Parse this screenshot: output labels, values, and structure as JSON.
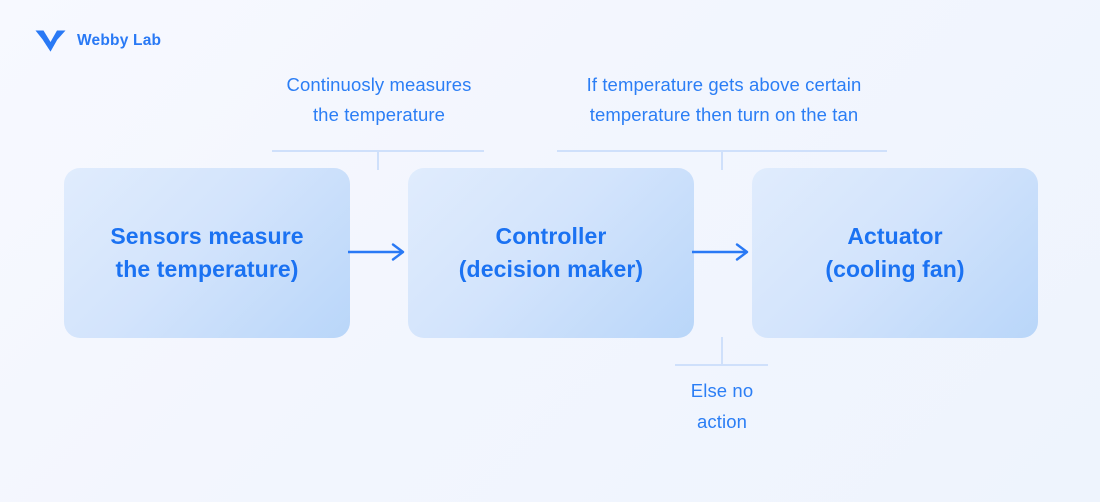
{
  "brand": {
    "name": "Webby Lab",
    "logo_icon": "webby-lab-w-logo-icon",
    "color": "#2979f5"
  },
  "colors": {
    "background": "#f4f7fe",
    "accent_text": "#1b72f2",
    "caption_text": "#2b7ef5",
    "connector_line": "#cfe0fb",
    "box_gradient_start": "#e0ecfd",
    "box_gradient_end": "#b9d6f9",
    "arrow": "#2979f5"
  },
  "diagram": {
    "type": "flowchart",
    "title": "",
    "nodes": [
      {
        "id": "sensors",
        "label": "Sensors measure\nthe temperature)",
        "order": 1
      },
      {
        "id": "controller",
        "label": "Controller\n(decision maker)",
        "order": 2
      },
      {
        "id": "actuator",
        "label": "Actuator\n(cooling fan)",
        "order": 3
      }
    ],
    "edges": [
      {
        "id": "sensors-to-controller",
        "from": "sensors",
        "to": "controller",
        "style": "solid-arrow"
      },
      {
        "id": "controller-to-actuator",
        "from": "controller",
        "to": "actuator",
        "style": "solid-arrow"
      }
    ],
    "annotations": [
      {
        "id": "annotation-1",
        "text": "Continuosly measures\nthe temperature",
        "position": "top",
        "spans": [
          "sensors",
          "controller"
        ]
      },
      {
        "id": "annotation-2",
        "text": "If temperature gets above certain\ntemperature then turn on the tan",
        "position": "top",
        "spans": [
          "controller",
          "actuator"
        ]
      },
      {
        "id": "annotation-3",
        "text": "Else no\naction",
        "position": "bottom",
        "spans": [
          "controller"
        ]
      }
    ]
  }
}
